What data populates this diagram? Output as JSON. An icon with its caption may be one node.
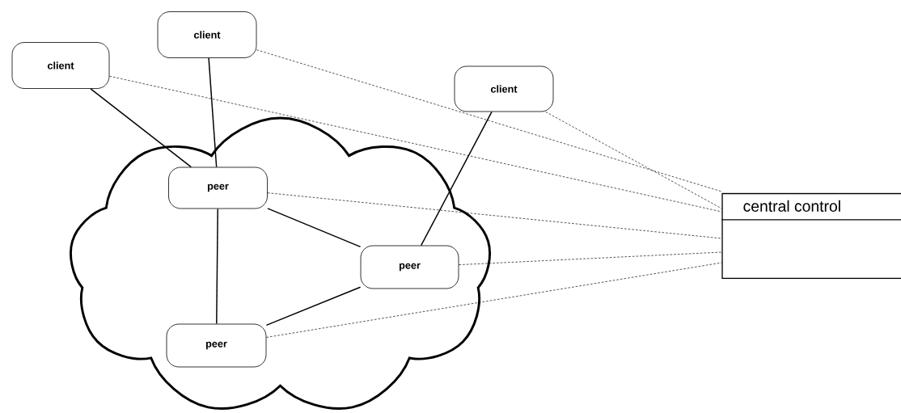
{
  "diagram": {
    "nodes": [
      {
        "text": [
          "client"
        ]
      },
      {
        "text": [
          "client"
        ]
      },
      {
        "text": [
          "client"
        ]
      },
      {
        "text": [],
        "shape": "cloud"
      },
      {
        "text": [
          "peer"
        ],
        "in": 3
      },
      {
        "text": [
          "peer"
        ],
        "in": 3
      },
      {
        "text": [
          "peer"
        ],
        "in": 3
      },
      {
        "text": [
          "central control"
        ]
      }
    ],
    "edges": [
      {
        "from": 0,
        "to": 4,
        "arrow": "none"
      },
      {
        "from": 1,
        "to": 4,
        "arrow": "none"
      },
      {
        "from": 2,
        "to": 5,
        "arrow": "none"
      },
      {
        "from": 4,
        "to": 6,
        "arrow": "none"
      },
      {
        "from": 4,
        "to": 5,
        "arrow": "none"
      },
      {
        "from": 5,
        "to": 6,
        "arrow": "none"
      },
      {
        "from": 1,
        "to": 7,
        "arrow": "none",
        "style": "dashed"
      },
      {
        "from": 0,
        "to": 7,
        "arrow": "none",
        "style": "dashed"
      },
      {
        "from": 2,
        "to": 7,
        "arrow": "none",
        "style": "dashed"
      },
      {
        "from": 4,
        "to": 7,
        "arrow": "none",
        "style": "dashed"
      },
      {
        "from": 5,
        "to": 7,
        "arrow": "none",
        "style": "dashed"
      },
      {
        "from": 6,
        "to": 7,
        "arrow": "none",
        "style": "dashed"
      }
    ]
  }
}
